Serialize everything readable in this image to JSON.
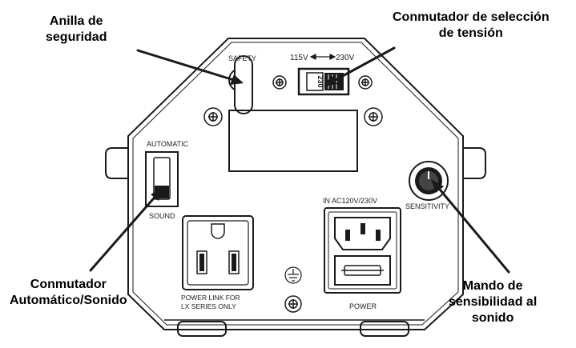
{
  "callouts": {
    "safety_ring": [
      "Anilla de",
      "seguridad"
    ],
    "voltage_switch": [
      "Conmutador de selección",
      "de tensión"
    ],
    "mode_switch": [
      "Conmutador",
      "Automático/Sonido"
    ],
    "sensitivity_knob": [
      "Mando de",
      "sensibilidad al",
      "sonido"
    ]
  },
  "panel_labels": {
    "safety": "SAFETY",
    "voltage_range_low": "115V",
    "voltage_range_high": "230V",
    "voltage_switch_value": "230",
    "automatic": "AUTOMATIC",
    "sound": "SOUND",
    "sensitivity": "SENSITIVITY",
    "power_input": "IN AC120V/230V",
    "power_link_line1": "POWER LINK FOR",
    "power_link_line2": "LX SERIES  ONLY",
    "power": "POWER"
  },
  "colors": {
    "line": "#1a1a1a",
    "text": "#000000"
  }
}
